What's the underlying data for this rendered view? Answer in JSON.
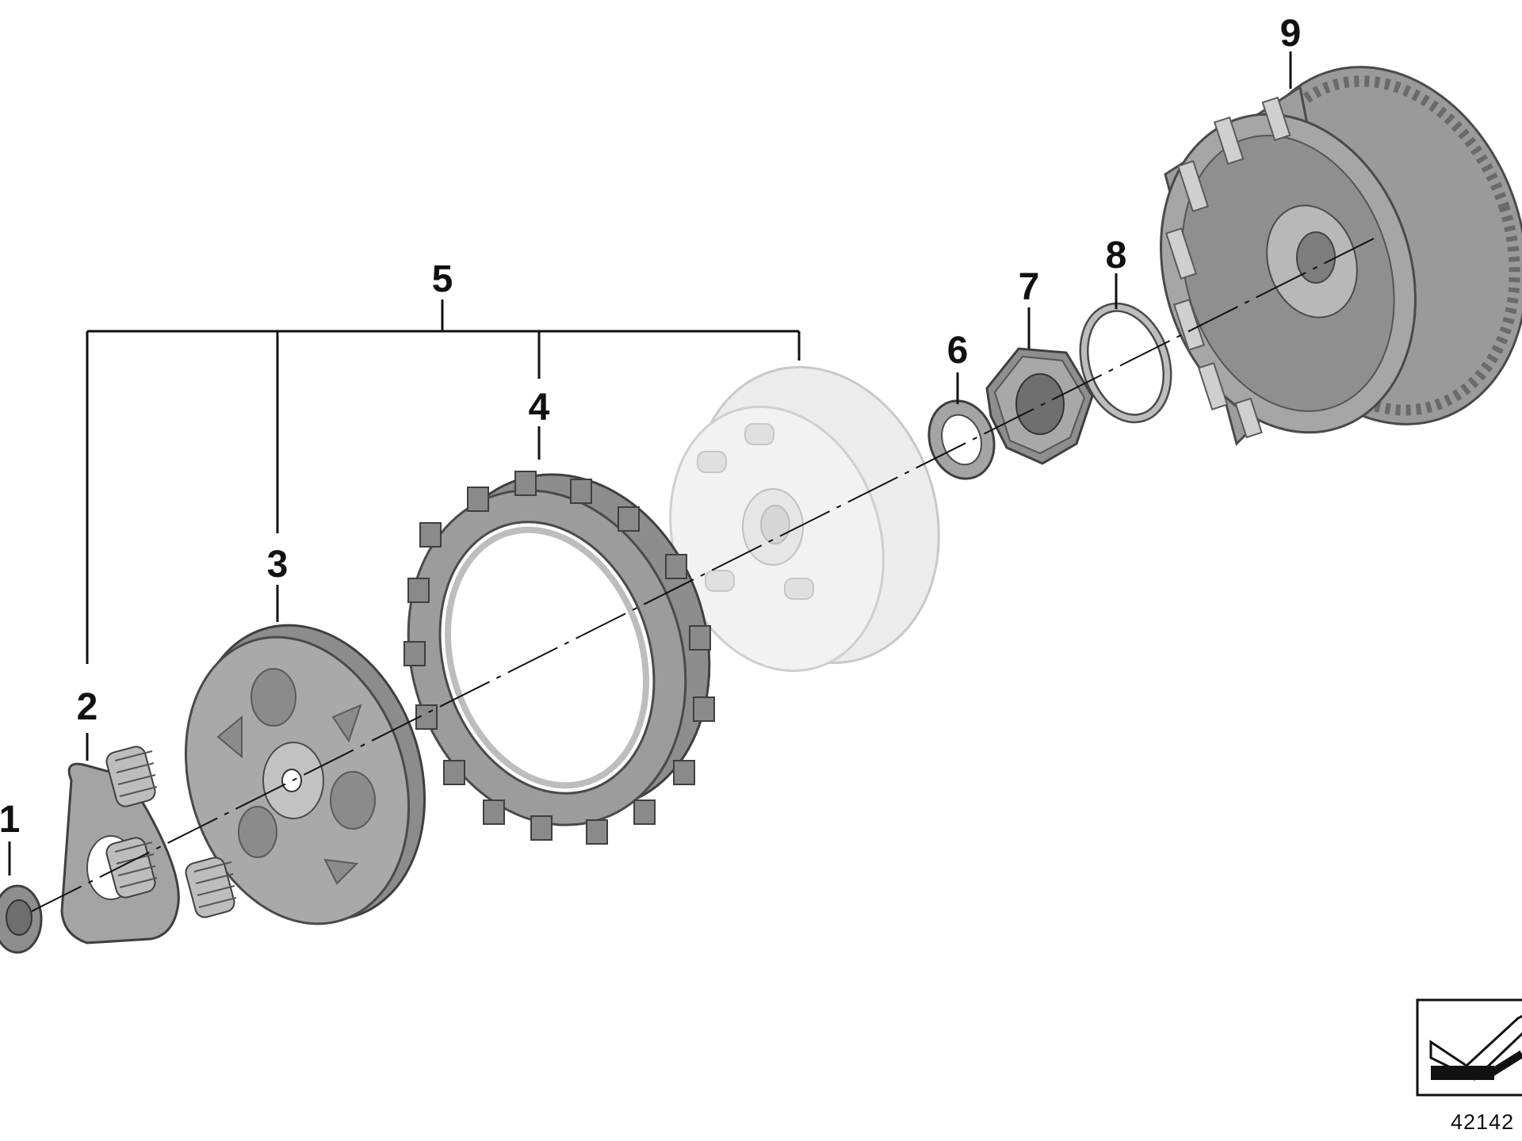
{
  "diagram": {
    "callouts": [
      {
        "id": "1",
        "label": "1"
      },
      {
        "id": "2",
        "label": "2"
      },
      {
        "id": "3",
        "label": "3"
      },
      {
        "id": "4",
        "label": "4"
      },
      {
        "id": "5",
        "label": "5"
      },
      {
        "id": "6",
        "label": "6"
      },
      {
        "id": "7",
        "label": "7"
      },
      {
        "id": "8",
        "label": "8"
      },
      {
        "id": "9",
        "label": "9"
      }
    ],
    "reference_number": "42142",
    "colors": {
      "part_dark": "#8e8e8e",
      "part_mid": "#a4a4a4",
      "part_light": "#bdbdbd",
      "part_ghost": "#e9e9e9",
      "outline": "#4a4a4a",
      "line": "#111111",
      "background": "#ffffff"
    }
  }
}
